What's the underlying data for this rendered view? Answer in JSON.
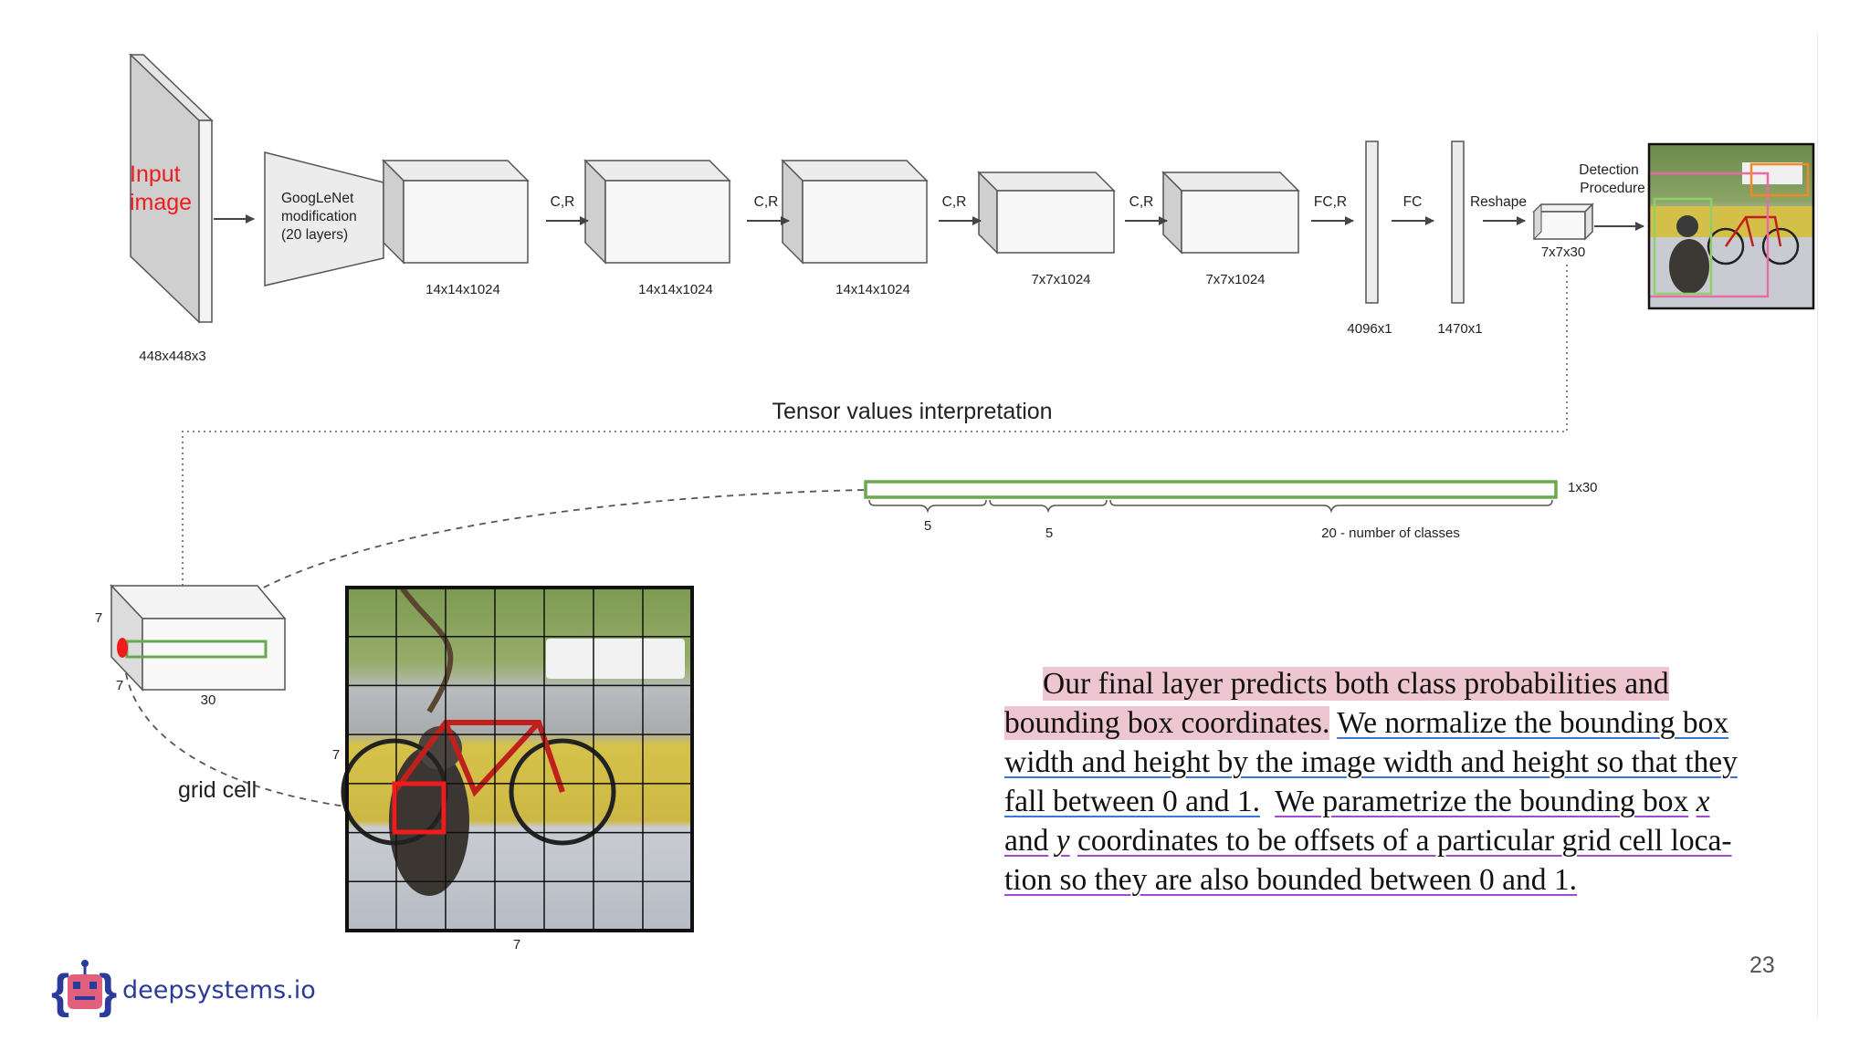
{
  "pipeline": {
    "input": {
      "label_line1": "Input",
      "label_line2": "image",
      "dims": "448x448x3"
    },
    "googlenet": {
      "line1": "GoogLeNet",
      "line2": "modification",
      "line3": "(20 layers)"
    },
    "blocks": [
      {
        "dims": "14x14x1024",
        "op": "C,R"
      },
      {
        "dims": "14x14x1024",
        "op": "C,R"
      },
      {
        "dims": "14x14x1024",
        "op": "C,R"
      },
      {
        "dims": "7x7x1024",
        "op": "C,R"
      },
      {
        "dims": "7x7x1024",
        "op": "FC,R"
      }
    ],
    "fc1": {
      "dims": "4096x1",
      "op": "FC"
    },
    "fc2": {
      "dims": "1470x1",
      "op": "Reshape"
    },
    "output": {
      "dims": "7x7x30"
    },
    "detection": {
      "line1": "Detection",
      "line2": "Procedure"
    }
  },
  "interpretation": {
    "title": "Tensor values interpretation",
    "vector_label": "1x30",
    "segments": [
      "5",
      "5",
      "20 - number of classes"
    ],
    "cube": {
      "height": "7",
      "depth": "7",
      "width": "30"
    },
    "grid_cell_label": "grid cell",
    "grid_bottom": "7",
    "grid_side": "7"
  },
  "quote": {
    "line1": "Our final layer predicts both class probabilities and",
    "line2a": "bounding box coordinates.",
    "line2b": "We normalize the bounding box",
    "line3": "width and height by the image width and height so that they",
    "line4a": "fall between 0 and 1.",
    "line4b": "We parametrize the bounding box",
    "line4c": "x",
    "line5a": "and",
    "line5b": "y",
    "line5c": "coordinates to be offsets of a particular grid cell loca-",
    "line6": "tion so they are also bounded between 0 and 1."
  },
  "footer": {
    "brand": "deepsystems.io",
    "slide_number": "23"
  },
  "colors": {
    "input_label": "#ee1c1c",
    "vector_green": "#6aa84f",
    "highlight_pink": "#eec6d2",
    "underline_blue": "#3a78d8",
    "underline_purple": "#a34bd0",
    "brand_pink": "#e0607e",
    "brand_blue": "#2a3b9c"
  },
  "icons": {
    "brand_logo": "robot-face-braces-icon"
  }
}
